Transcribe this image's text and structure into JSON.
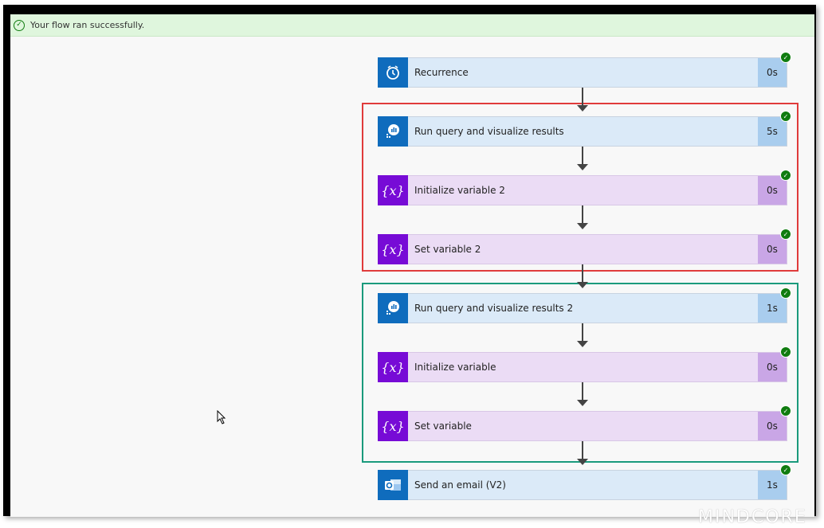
{
  "banner": {
    "message": "Your flow ran successfully."
  },
  "steps": [
    {
      "label": "Recurrence",
      "duration": "0s",
      "icon": "alarm-clock-icon",
      "theme": "blue"
    },
    {
      "label": "Run query and visualize results",
      "duration": "5s",
      "icon": "query-chart-icon",
      "theme": "blue"
    },
    {
      "label": "Initialize variable 2",
      "duration": "0s",
      "icon": "variable-icon",
      "theme": "purple"
    },
    {
      "label": "Set variable 2",
      "duration": "0s",
      "icon": "variable-icon",
      "theme": "purple"
    },
    {
      "label": "Run query and visualize results 2",
      "duration": "1s",
      "icon": "query-chart-icon",
      "theme": "blue"
    },
    {
      "label": "Initialize variable",
      "duration": "0s",
      "icon": "variable-icon",
      "theme": "purple"
    },
    {
      "label": "Set variable",
      "duration": "0s",
      "icon": "variable-icon",
      "theme": "purple"
    },
    {
      "label": "Send an email (V2)",
      "duration": "1s",
      "icon": "outlook-icon",
      "theme": "blue"
    }
  ],
  "watermark": "MINDCORE",
  "colors": {
    "success": "#107c10",
    "red_group": "#e03b3b",
    "green_group": "#1a9a7c",
    "variable_purple": "#770bd6",
    "action_blue": "#0f6cbd"
  }
}
